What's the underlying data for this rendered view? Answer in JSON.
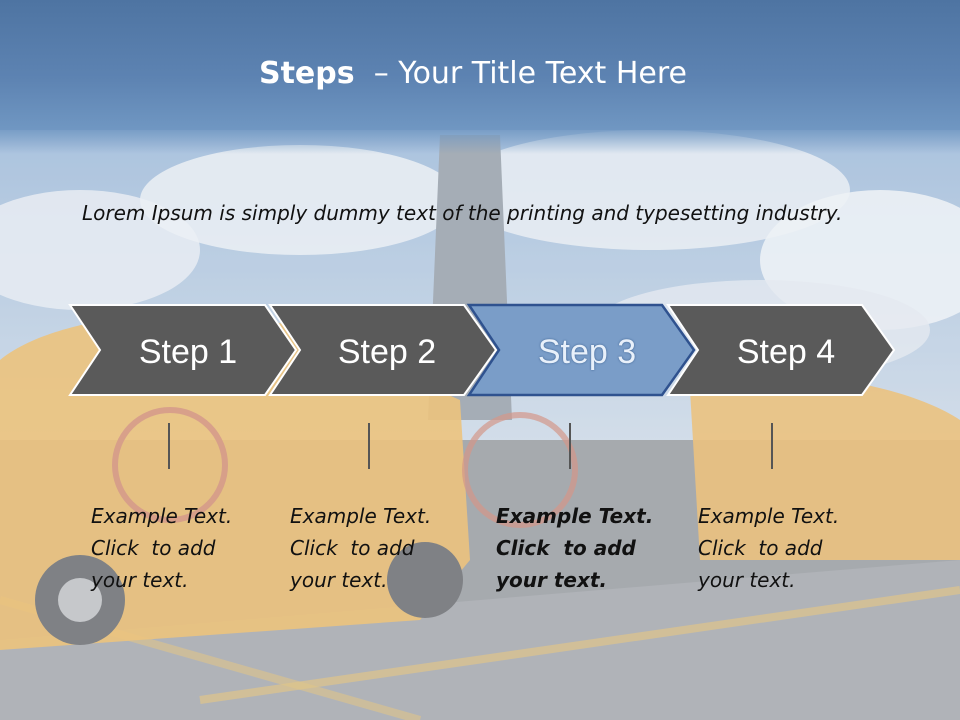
{
  "title": {
    "strong": "Steps",
    "rest": "– Your Title Text Here"
  },
  "intro": "Lorem Ipsum is simply dummy text of the printing and typesetting industry.",
  "steps": [
    {
      "label": "Step 1",
      "highlighted": false,
      "desc": [
        "Example Text.",
        "Click  to add",
        "your text."
      ]
    },
    {
      "label": "Step 2",
      "highlighted": false,
      "desc": [
        "Example Text.",
        "Click  to add",
        "your text."
      ]
    },
    {
      "label": "Step 3",
      "highlighted": true,
      "desc": [
        "Example Text.",
        "Click  to add",
        "your text."
      ]
    },
    {
      "label": "Step 4",
      "highlighted": false,
      "desc": [
        "Example Text.",
        "Click  to add",
        "your text."
      ]
    }
  ],
  "colors": {
    "title_bar": "#4e74a2",
    "step_fill": "#5a5a5a",
    "step_highlight_fill": "#7a9dc8",
    "step_text": "#ffffff",
    "step_highlight_text": "#e8f0fa"
  }
}
